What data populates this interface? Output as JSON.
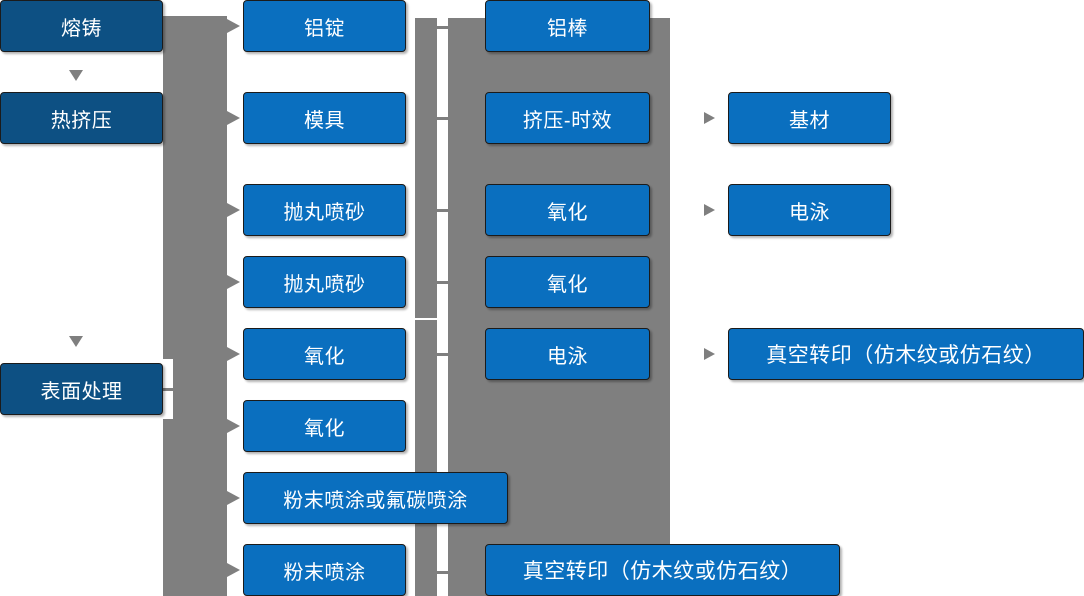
{
  "diagram": {
    "title_semantics": "aluminium-profile-production-flowchart",
    "colors": {
      "stage_box": "#0d5083",
      "process_box": "#0a6fbf",
      "connector": "#7f7f7f",
      "background": "#ffffff",
      "text": "#ffffff"
    },
    "stages": [
      {
        "id": "stage-melt-cast",
        "label": "熔铸"
      },
      {
        "id": "stage-hot-extrude",
        "label": "热挤压"
      },
      {
        "id": "stage-surface",
        "label": "表面处理"
      }
    ],
    "column2": [
      {
        "id": "c2-ingot",
        "label": "铝锭"
      },
      {
        "id": "c2-mould",
        "label": "模具"
      },
      {
        "id": "c2-shotblast-1",
        "label": "抛丸喷砂"
      },
      {
        "id": "c2-shotblast-2",
        "label": "抛丸喷砂"
      },
      {
        "id": "c2-oxidation-1",
        "label": "氧化"
      },
      {
        "id": "c2-oxidation-2",
        "label": "氧化"
      },
      {
        "id": "c2-powder-or-pvdf",
        "label": "粉末喷涂或氟碳喷涂"
      },
      {
        "id": "c2-powder",
        "label": "粉末喷涂"
      }
    ],
    "column3": [
      {
        "id": "c3-bar",
        "label": "铝棒"
      },
      {
        "id": "c3-extrude-age",
        "label": "挤压-时效"
      },
      {
        "id": "c3-oxidation-1",
        "label": "氧化"
      },
      {
        "id": "c3-oxidation-2",
        "label": "氧化"
      },
      {
        "id": "c3-electrophoresis",
        "label": "电泳"
      },
      {
        "id": "c3-vacuum-print",
        "label": "真空转印（仿木纹或仿石纹）"
      }
    ],
    "column4": [
      {
        "id": "c4-substrate",
        "label": "基材"
      },
      {
        "id": "c4-electrophoresis",
        "label": "电泳"
      },
      {
        "id": "c4-vacuum-print",
        "label": "真空转印（仿木纹或仿石纹）"
      }
    ]
  }
}
